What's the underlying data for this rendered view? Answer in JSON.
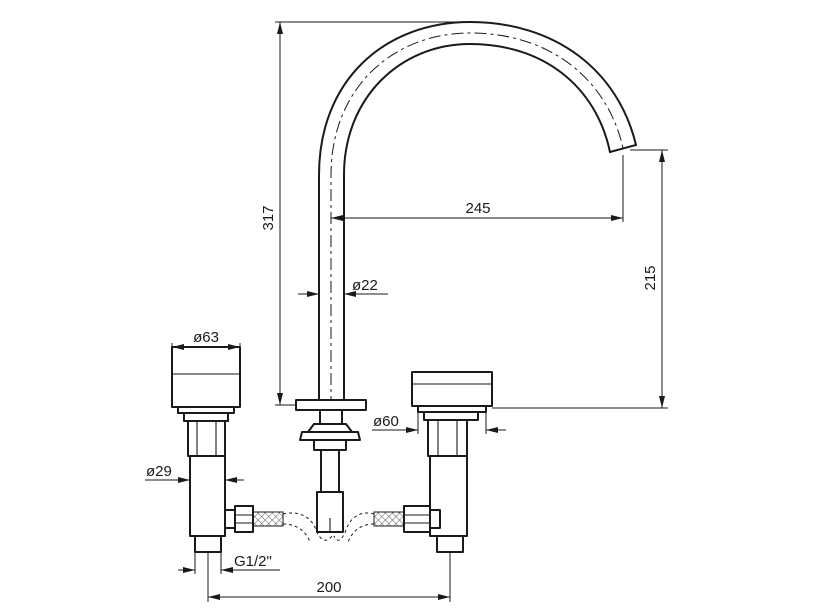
{
  "dimensions": {
    "height_total": "317",
    "spout_reach": "245",
    "spout_outlet_height": "215",
    "spout_tube_diameter": "ø22",
    "handle_diameter": "ø63",
    "escutcheon_diameter": "ø60",
    "body_diameter": "ø29",
    "thread_connection": "G1/2\"",
    "center_distance": "200"
  }
}
